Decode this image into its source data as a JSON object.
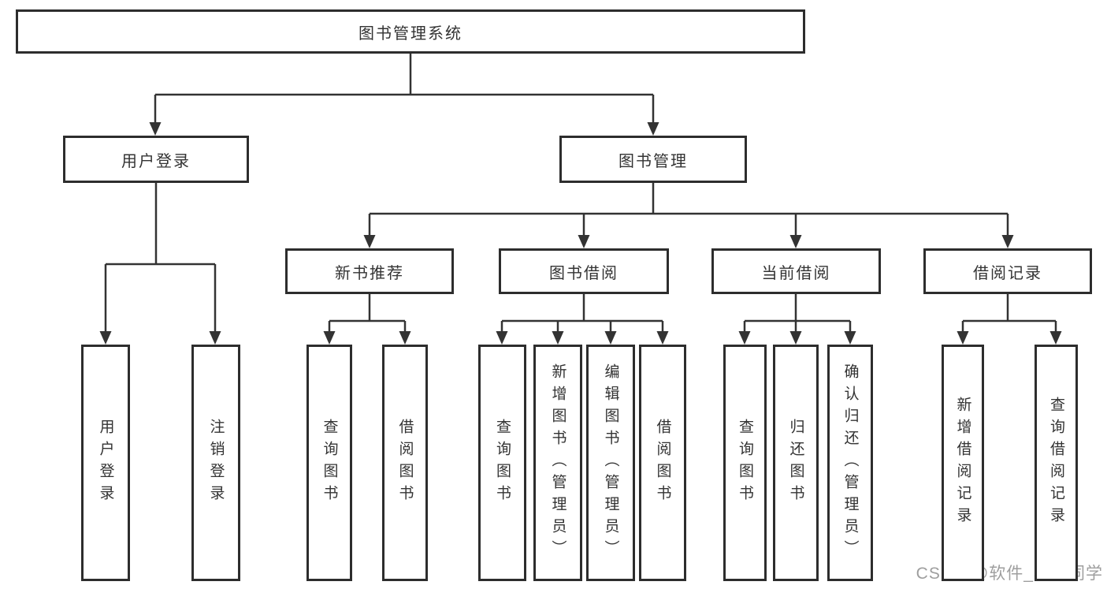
{
  "root": {
    "label": "图书管理系统"
  },
  "branches": {
    "user_login": {
      "label": "用户登录",
      "children": [
        {
          "label": "用户登录"
        },
        {
          "label": "注销登录"
        }
      ]
    },
    "book_management": {
      "label": "图书管理",
      "sections": [
        {
          "label": "新书推荐",
          "children": [
            {
              "label": "查询图书"
            },
            {
              "label": "借阅图书"
            }
          ]
        },
        {
          "label": "图书借阅",
          "children": [
            {
              "label": "查询图书"
            },
            {
              "label": "新增图书（管理员）"
            },
            {
              "label": "编辑图书（管理员）"
            },
            {
              "label": "借阅图书"
            }
          ]
        },
        {
          "label": "当前借阅",
          "children": [
            {
              "label": "查询图书"
            },
            {
              "label": "归还图书"
            },
            {
              "label": "确认归还（管理员）"
            }
          ]
        },
        {
          "label": "借阅记录",
          "children": [
            {
              "label": "新增借阅记录"
            },
            {
              "label": "查询借阅记录"
            }
          ]
        }
      ]
    }
  },
  "watermark": {
    "text": "CSDN @软件_小贺同学"
  },
  "colors": {
    "line": "#333333",
    "box_border": "#2d2d2d",
    "box_fill": "#ffffff",
    "text": "#333333",
    "watermark": "#9e9e9e",
    "background": "#ffffff"
  }
}
